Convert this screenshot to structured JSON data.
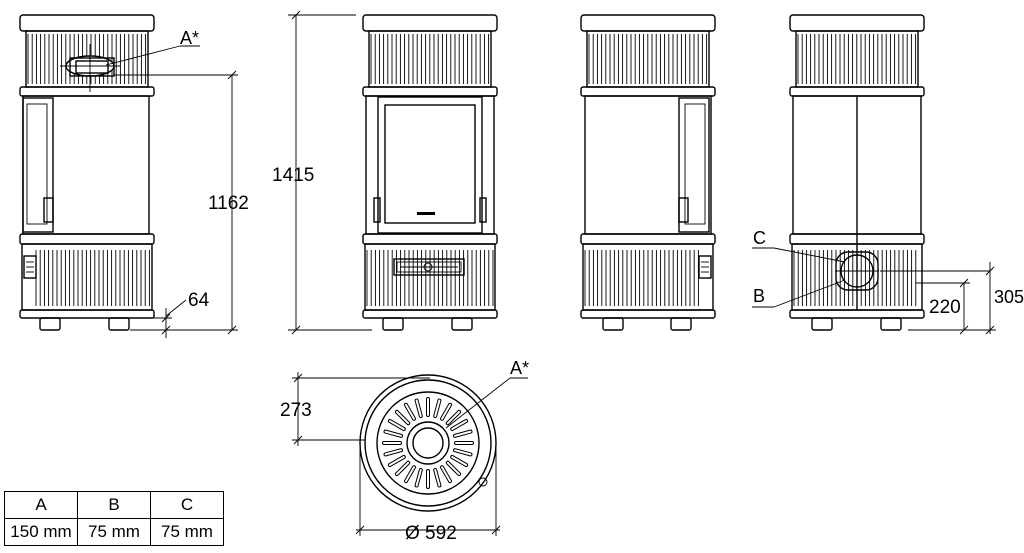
{
  "dimensions": {
    "height_total": "1415",
    "height_flue": "1162",
    "feet": "64",
    "rear_inlet_b": "220",
    "rear_inlet_c": "305",
    "top_depth": "273",
    "diameter": "Ø 592"
  },
  "callouts": {
    "a_side": "A*",
    "a_top": "A*",
    "b": "B",
    "c": "C"
  },
  "spec_table": {
    "headers": [
      "A",
      "B",
      "C"
    ],
    "values": [
      "150 mm",
      "75 mm",
      "75 mm"
    ]
  }
}
